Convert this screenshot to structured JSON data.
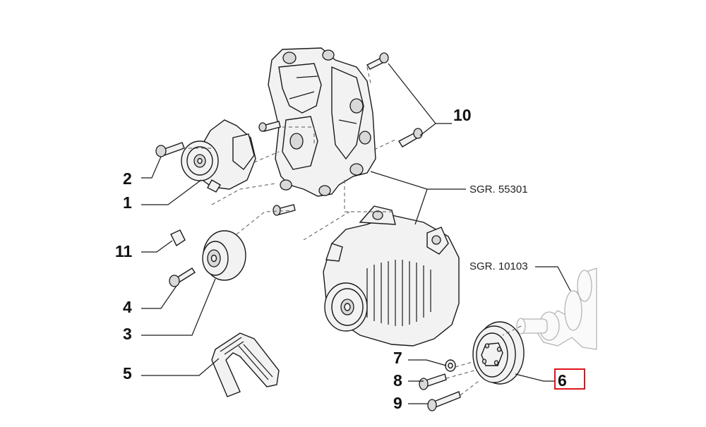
{
  "callouts": {
    "c1": "1",
    "c2": "2",
    "c3": "3",
    "c4": "4",
    "c5": "5",
    "c6": "6",
    "c7": "7",
    "c8": "8",
    "c9": "9",
    "c10": "10",
    "c11": "11"
  },
  "references": {
    "alternator": "SGR. 55301",
    "crankshaft": "SGR. 10103"
  },
  "highlight": {
    "target": "6",
    "color": "#e0141b"
  },
  "icons": {
    "tensioner": "belt-tensioner-icon",
    "idler": "idler-pulley-icon",
    "belt": "poly-v-belt-icon",
    "pulley": "crankshaft-pulley-icon",
    "alternator": "alternator-icon",
    "bracket": "mounting-bracket-icon",
    "crankshaft": "crankshaft-icon"
  }
}
